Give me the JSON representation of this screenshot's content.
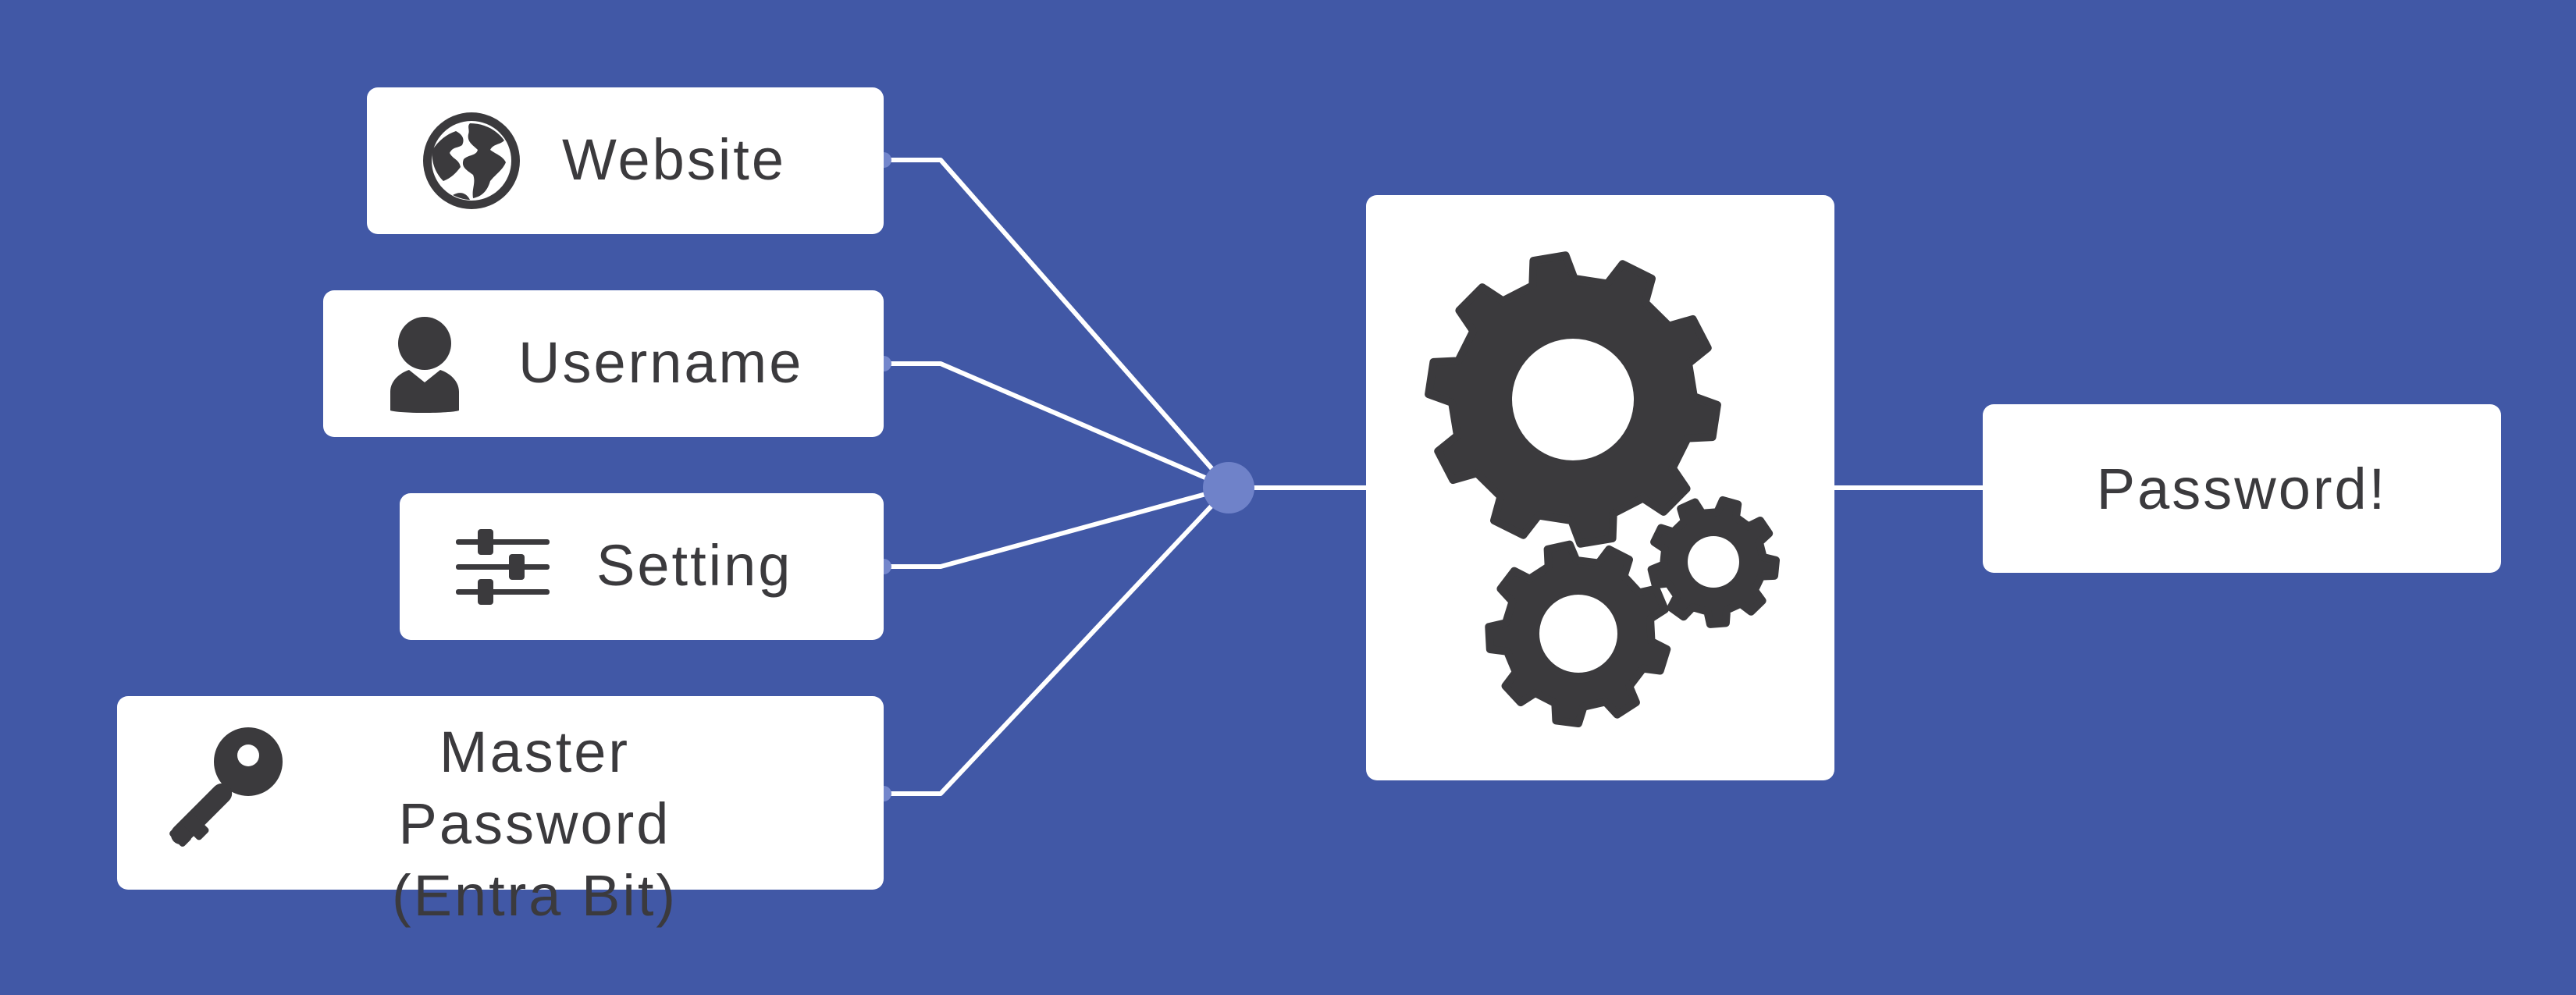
{
  "colors": {
    "background": "#4158a6",
    "box": "#ffffff",
    "icon": "#3b3a3d",
    "connector": "#ffffff",
    "junction": "#6f82c9"
  },
  "inputs": [
    {
      "label": "Website",
      "icon": "globe-icon"
    },
    {
      "label": "Username",
      "icon": "user-icon"
    },
    {
      "label": "Setting",
      "icon": "sliders-icon"
    },
    {
      "label_line1": "Master Password",
      "label_line2": "(Entra Bit)",
      "icon": "key-icon"
    }
  ],
  "processor": {
    "icon": "gears-icon"
  },
  "output": {
    "label": "Password!"
  }
}
